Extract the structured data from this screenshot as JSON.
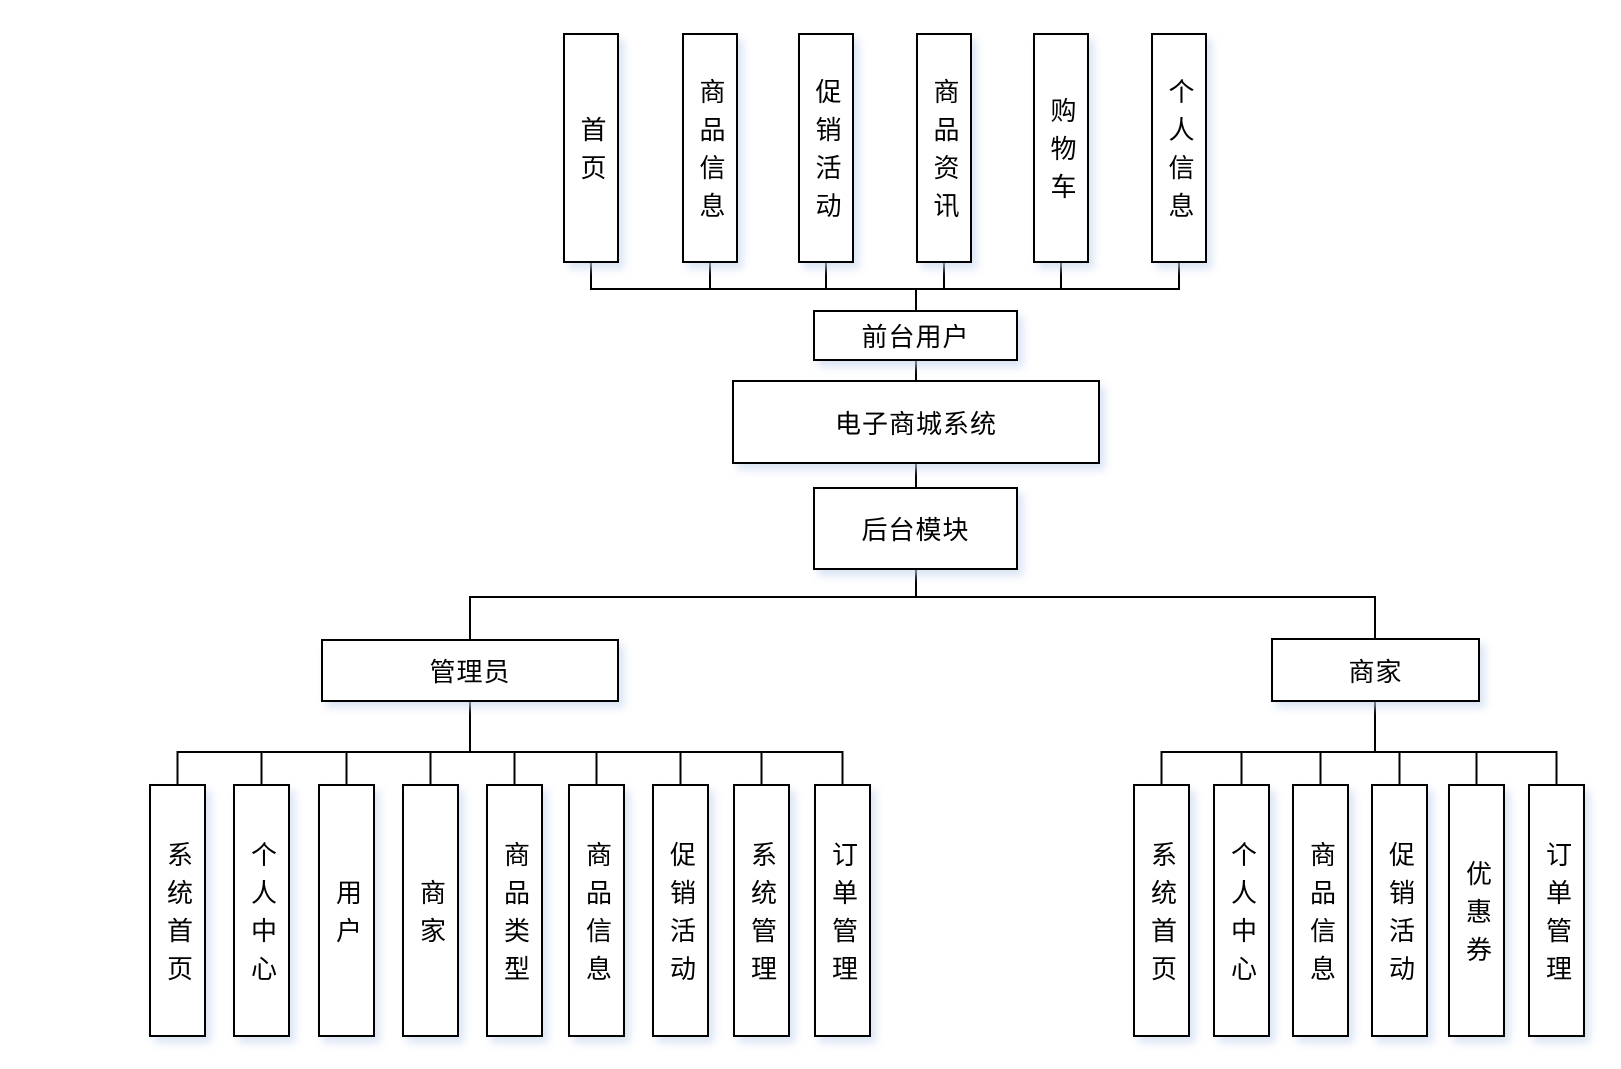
{
  "diagram": {
    "front_modules": [
      "首页",
      "商品信息",
      "促销活动",
      "商品资讯",
      "购物车",
      "个人信息"
    ],
    "front_user_label": "前台用户",
    "system_label": "电子商城系统",
    "backend_label": "后台模块",
    "admin": {
      "label": "管理员",
      "children": [
        "系统首页",
        "个人中心",
        "用户",
        "商家",
        "商品类型",
        "商品信息",
        "促销活动",
        "系统管理",
        "订单管理"
      ]
    },
    "merchant": {
      "label": "商家",
      "children": [
        "系统首页",
        "个人中心",
        "商品信息",
        "促销活动",
        "优惠券",
        "订单管理"
      ]
    },
    "colors": {
      "line": "#000000",
      "box_border": "#000000",
      "box_background": "#ffffff",
      "shadow_tint": "#dbe5f5"
    }
  }
}
